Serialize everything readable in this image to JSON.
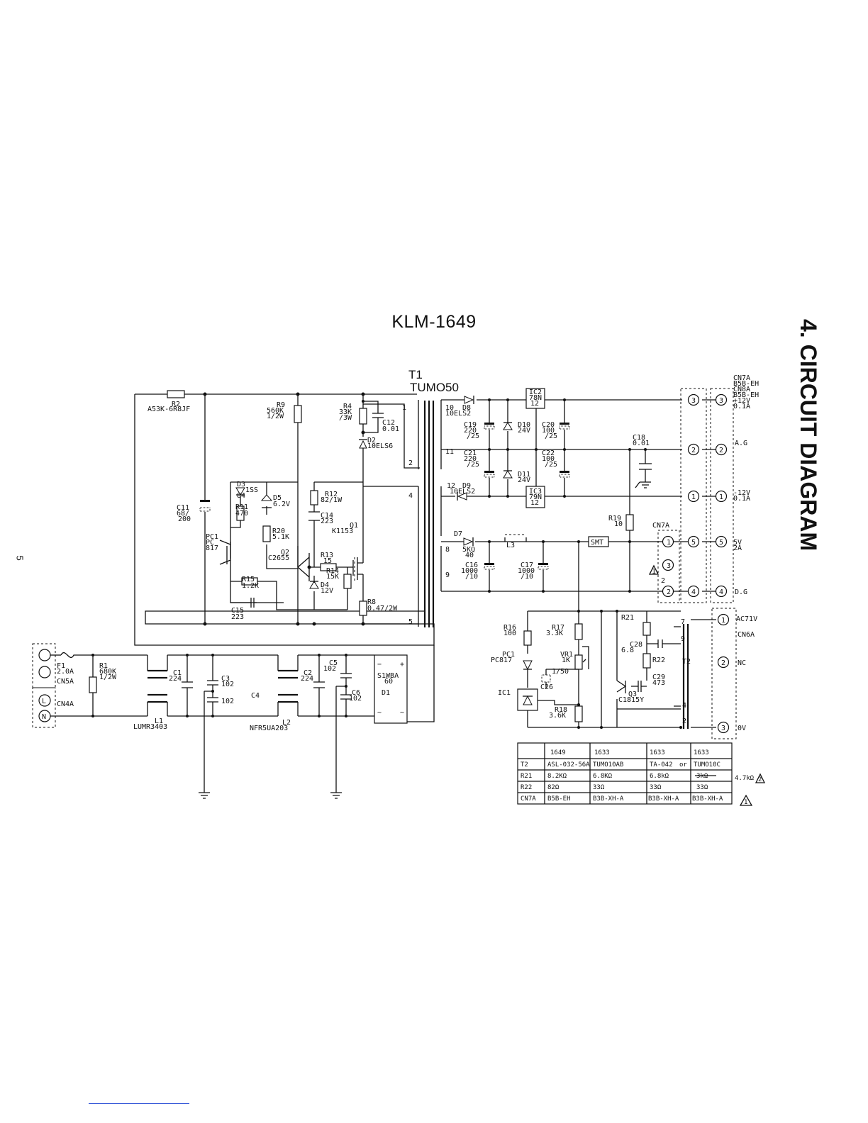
{
  "header": {
    "model": "KLM-1649",
    "section": "4. CIRCUIT DIAGRAM",
    "page_number": "5"
  },
  "transformer": {
    "ref": "T1",
    "part": "TUMO50"
  },
  "components": {
    "r2": "R2",
    "r2_part": "A53K-6R8JF",
    "r9": "R9",
    "r9_val": "560K",
    "r9_w": "1/2W",
    "r4": "R4",
    "r4_val": "33K",
    "r4_w": "/3W",
    "c12": "C12",
    "c12_val": "0.01",
    "d2": "D2",
    "d2_part": "10ELS6",
    "c11": "C11",
    "c11_val": "68/",
    "c11_v": "200",
    "d3": "D3",
    "d3_part": "1SS",
    "d3_part2": "84",
    "r11": "R11",
    "r11_val": "470",
    "d5": "D5",
    "d5_val": "6.2V",
    "r12": "R12",
    "r12_val": "82/1W",
    "c14": "C14",
    "c14_val": "223",
    "q1": "Q1",
    "q1_part": "K1153",
    "pc1a": "PC1",
    "pc1a_part": "PC",
    "pc1a_part2": "817",
    "r20": "R20",
    "r20_val": "5.1K",
    "q2": "Q2",
    "q2_part": "C2655",
    "r13": "R13",
    "r13_val": "15",
    "r14": "R14",
    "r14_val": "15K",
    "d4": "D4",
    "d4_val": "12V",
    "r15": "R15",
    "r15_val": "1.2K",
    "c15": "C15",
    "c15_val": "223",
    "r8": "R8",
    "r8_val": "0.47/2W",
    "d8": "D8",
    "d8_part": "10ELS2",
    "c19": "C19",
    "c19_val": "220",
    "c19_v": "/25",
    "d10": "D10",
    "d10_val": "24V",
    "ic2": "IC2",
    "ic2_part": "78N",
    "ic2_part2": "12",
    "c20": "C20",
    "c20_val": "100",
    "c20_v": "/25",
    "c21": "C21",
    "c21_val": "220",
    "c21_v": "/25",
    "d11": "D11",
    "d11_val": "24V",
    "c22": "C22",
    "c22_val": "100",
    "c22_v": "/25",
    "d9": "D9",
    "d9_part": "10ELS2",
    "ic3": "IC3",
    "ic3_part": "79N",
    "ic3_part2": "12",
    "c18": "C18",
    "c18_val": "0.01",
    "r19": "R19",
    "r19_val": "10",
    "d7": "D7",
    "d7_part": "5KQ",
    "d7_part2": "40",
    "c16": "C16",
    "c16_val": "1000",
    "c16_v": "/10",
    "l3": "L3",
    "c17": "C17",
    "c17_val": "1000",
    "c17_v": "/10",
    "smt": "SMT",
    "cn7a": "CN7A",
    "r16": "R16",
    "r16_val": "100",
    "r17": "R17",
    "r17_val": "3.3K",
    "pc1b": "PC1",
    "pc1b_part": "PC817",
    "vr1": "VR1",
    "vr1_val": "1K",
    "c26_v": "1/50",
    "c26": "C26",
    "ic1": "IC1",
    "r18": "R18",
    "r18_val": "3.6K",
    "r21": "R21",
    "c28": "C28",
    "c28_val": "6.8",
    "r22": "R22",
    "c29": "C29",
    "c29_val": "473",
    "q3": "Q3",
    "q3_part": "C1815Y",
    "t2": "T2",
    "f1": "F1",
    "f1_val": "2.0A",
    "r1": "R1",
    "r1_val": "680K",
    "r1_w": "1/2W",
    "cn5a": "CN5A",
    "cn4a": "CN4A",
    "c1": "C1",
    "c1_val": "224",
    "c3": "C3",
    "c3_val": "102",
    "c4_val": "102",
    "c4": "C4",
    "c2": "C2",
    "c2_val": "224",
    "c5": "C5",
    "c5_val": "102",
    "c6": "C6",
    "c6_val": "102",
    "d1_part": "S1WBA",
    "d1_part2": "60",
    "d1": "D1",
    "l1": "L1",
    "l1_part": "LUMR3403",
    "l2": "L2",
    "l2_part": "NFR5UA203",
    "plus": "+",
    "minus": "−",
    "tilde": "~",
    "live": "L",
    "neutral": "N",
    "warn1": "1",
    "warn2": "2",
    "note3": "3",
    "note2": "2"
  },
  "outputs": {
    "conn_header": [
      "CN7A",
      "B5B-EH",
      "CN8A",
      "B5B-EH"
    ],
    "p12": [
      "+12V",
      "0.1A"
    ],
    "ag": "A.G",
    "m12": [
      "-12V",
      "0.1A"
    ],
    "p5": [
      "5V",
      "2A"
    ],
    "dg": "D.G",
    "ac71": "AC71V",
    "cn6a": "CN6A",
    "nc": "NC",
    "ov": "0V"
  },
  "pins": {
    "p1": "1",
    "p2": "2",
    "p3": "3",
    "p4": "4",
    "p5": "5",
    "p7": "7",
    "p8": "8",
    "p9": "9",
    "p10": "10",
    "p11": "11",
    "p12": "12",
    "t2_7": "7",
    "t2_9": "9",
    "t2_4": "4",
    "t2_2": "2"
  },
  "variant_table": {
    "header": [
      "",
      "1649",
      "1633",
      "1633",
      "1633"
    ],
    "rows": [
      [
        "T2",
        "ASL-032-56A",
        "TUMO10AB",
        "TA-042",
        "TUMO10C"
      ],
      [
        "R21",
        "8.2KΩ",
        "6.8KΩ",
        "6.8kΩ",
        "3kΩ"
      ],
      [
        "R22",
        "82Ω",
        "33Ω",
        "33Ω",
        "33Ω"
      ],
      [
        "CN7A",
        "B5B-EH",
        "B3B-XH-A",
        "B3B-XH-A",
        "B3B-XH-A"
      ]
    ],
    "note_or1": "or",
    "note_extra": "4.7kΩ"
  }
}
